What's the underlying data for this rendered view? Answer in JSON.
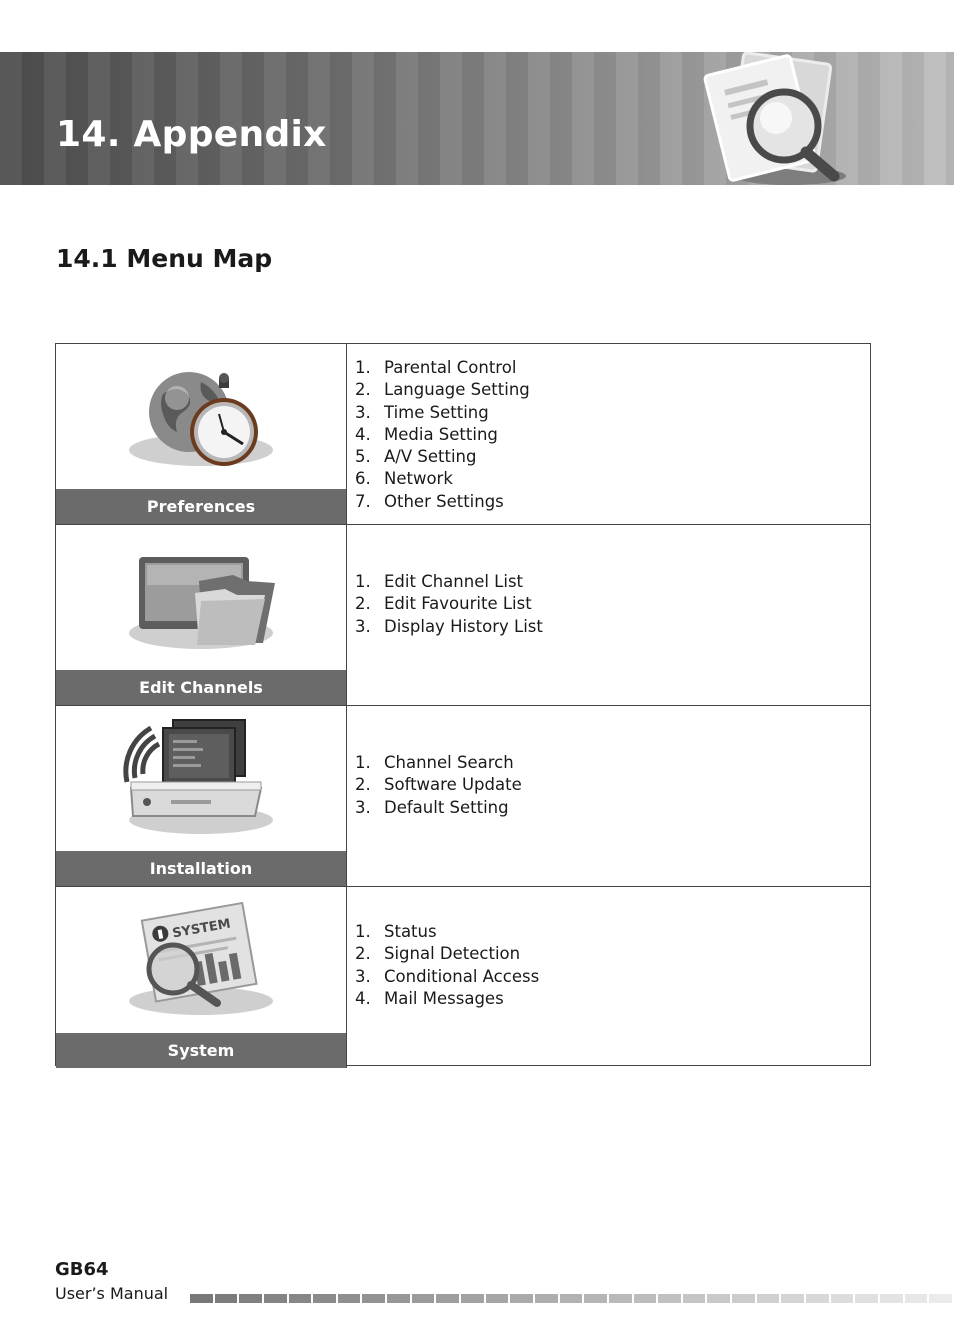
{
  "header": {
    "chapter_title": "14. Appendix",
    "icon": "document-magnifier-icon"
  },
  "section": {
    "title": "14.1 Menu Map"
  },
  "menu_map": [
    {
      "label": "Preferences",
      "icon": "globe-stopwatch-icon",
      "items": [
        {
          "num": "1.",
          "text": "Parental Control"
        },
        {
          "num": "2.",
          "text": "Language Setting"
        },
        {
          "num": "3.",
          "text": "Time Setting"
        },
        {
          "num": "4.",
          "text": "Media Setting"
        },
        {
          "num": "5.",
          "text": "A/V Setting"
        },
        {
          "num": "6.",
          "text": "Network"
        },
        {
          "num": "7.",
          "text": "Other Settings"
        }
      ]
    },
    {
      "label": "Edit Channels",
      "icon": "tv-folder-icon",
      "items": [
        {
          "num": "1.",
          "text": "Edit Channel List"
        },
        {
          "num": "2.",
          "text": "Edit Favourite List"
        },
        {
          "num": "3.",
          "text": "Display History List"
        }
      ]
    },
    {
      "label": "Installation",
      "icon": "set-top-box-signal-icon",
      "items": [
        {
          "num": "1.",
          "text": "Channel Search"
        },
        {
          "num": "2.",
          "text": "Software Update"
        },
        {
          "num": "3.",
          "text": "Default Setting"
        }
      ]
    },
    {
      "label": "System",
      "icon": "system-report-magnifier-icon",
      "icon_text": "SYSTEM",
      "items": [
        {
          "num": "1.",
          "text": "Status"
        },
        {
          "num": "2.",
          "text": "Signal Detection"
        },
        {
          "num": "3.",
          "text": "Conditional Access"
        },
        {
          "num": "4.",
          "text": "Mail Messages"
        }
      ]
    }
  ],
  "footer": {
    "model": "GB64",
    "manual": "User’s Manual"
  }
}
